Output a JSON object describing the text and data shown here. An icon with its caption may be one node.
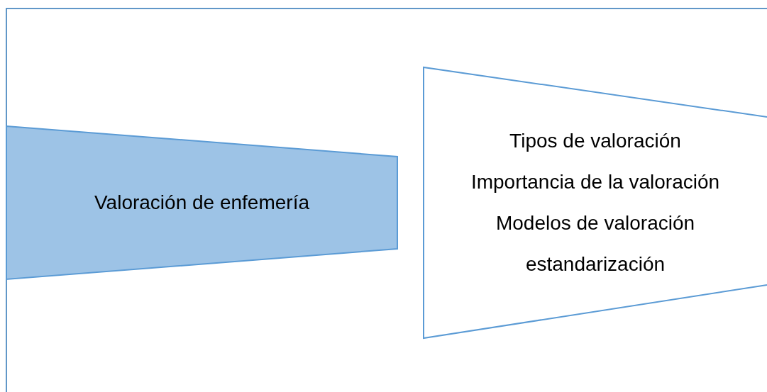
{
  "diagram": {
    "nodes": [
      {
        "text": [
          "Valoración de enfemería"
        ]
      },
      {
        "text": [
          "Tipos de valoración",
          "Importancia de la valoración",
          "Modelos de valoración",
          "estandarización"
        ]
      }
    ]
  }
}
